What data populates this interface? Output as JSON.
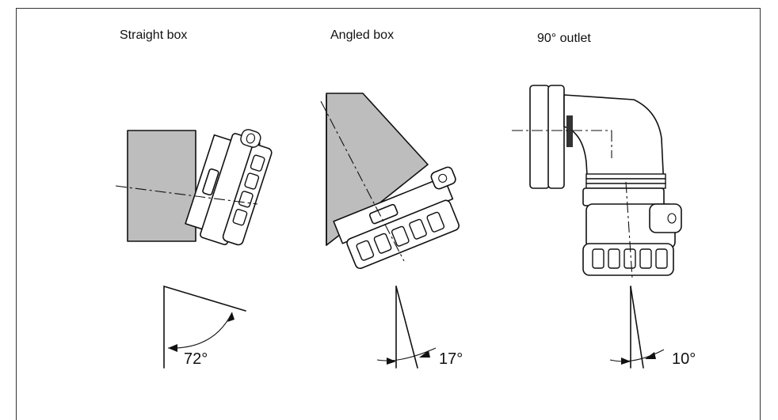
{
  "panels": [
    {
      "title": "Straight box",
      "angle": "72°"
    },
    {
      "title": "Angled box",
      "angle": "17°"
    },
    {
      "title": "90° outlet",
      "angle": "10°"
    }
  ]
}
